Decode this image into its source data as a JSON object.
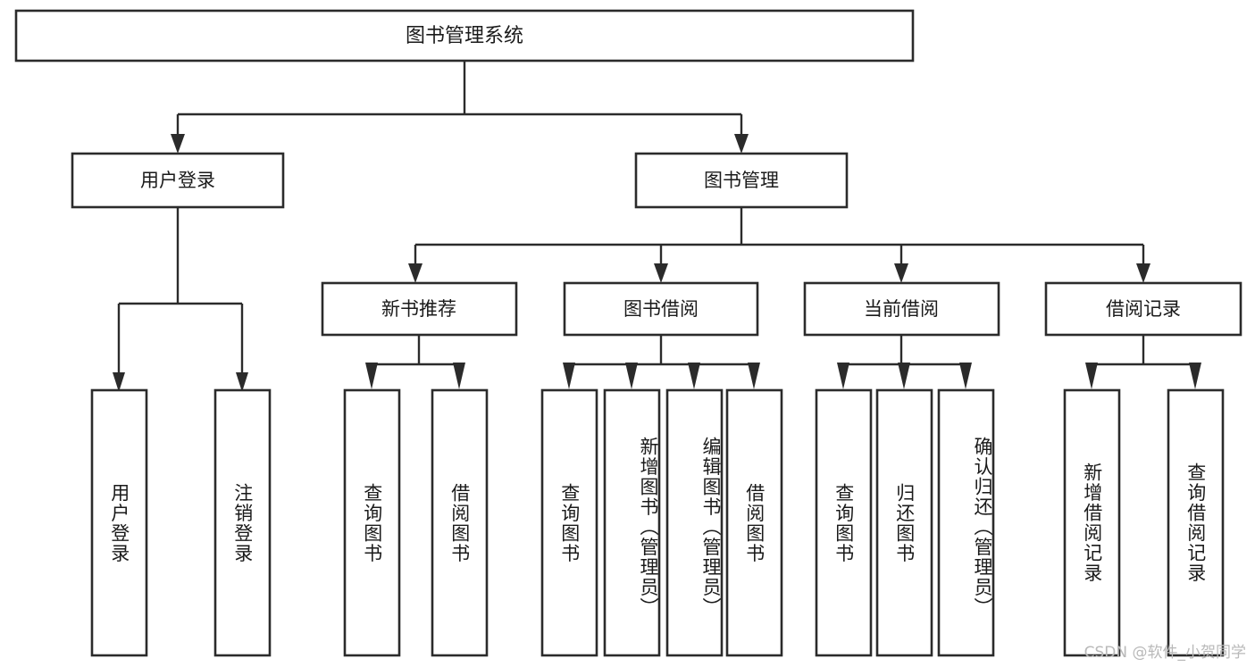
{
  "diagram": {
    "title": "图书管理系统",
    "type": "tree",
    "orientation": "top-down",
    "colors": {
      "box_fill": "#ffffff",
      "box_stroke": "#2b2b2b",
      "connector": "#2b2b2b",
      "text": "#1a1a1a",
      "background": "#ffffff",
      "watermark": "#b9b9b9"
    },
    "root": {
      "label": "图书管理系统"
    },
    "level2": [
      {
        "label": "用户登录"
      },
      {
        "label": "图书管理"
      }
    ],
    "level3": [
      {
        "label": "新书推荐"
      },
      {
        "label": "图书借阅"
      },
      {
        "label": "当前借阅"
      },
      {
        "label": "借阅记录"
      }
    ],
    "leaves": {
      "user_login": [
        {
          "label": "用户登录"
        },
        {
          "label": "注销登录"
        }
      ],
      "new_book_recommend": [
        {
          "label": "查询图书"
        },
        {
          "label": "借阅图书"
        }
      ],
      "book_borrow": [
        {
          "label": "查询图书"
        },
        {
          "label": "新增图书（管理员）"
        },
        {
          "label": "编辑图书（管理员）"
        },
        {
          "label": "借阅图书"
        }
      ],
      "current_borrow": [
        {
          "label": "查询图书"
        },
        {
          "label": "归还图书"
        },
        {
          "label": "确认归还（管理员）"
        }
      ],
      "borrow_records": [
        {
          "label": "新增借阅记录"
        },
        {
          "label": "查询借阅记录"
        }
      ]
    },
    "edges": [
      {
        "from": "图书管理系统",
        "to": "用户登录"
      },
      {
        "from": "图书管理系统",
        "to": "图书管理"
      },
      {
        "from": "用户登录",
        "to": "用户登录"
      },
      {
        "from": "用户登录",
        "to": "注销登录"
      },
      {
        "from": "图书管理",
        "to": "新书推荐"
      },
      {
        "from": "图书管理",
        "to": "图书借阅"
      },
      {
        "from": "图书管理",
        "to": "当前借阅"
      },
      {
        "from": "图书管理",
        "to": "借阅记录"
      },
      {
        "from": "新书推荐",
        "to": "查询图书"
      },
      {
        "from": "新书推荐",
        "to": "借阅图书"
      },
      {
        "from": "图书借阅",
        "to": "查询图书"
      },
      {
        "from": "图书借阅",
        "to": "新增图书（管理员）"
      },
      {
        "from": "图书借阅",
        "to": "编辑图书（管理员）"
      },
      {
        "from": "图书借阅",
        "to": "借阅图书"
      },
      {
        "from": "当前借阅",
        "to": "查询图书"
      },
      {
        "from": "当前借阅",
        "to": "归还图书"
      },
      {
        "from": "当前借阅",
        "to": "确认归还（管理员）"
      },
      {
        "from": "借阅记录",
        "to": "新增借阅记录"
      },
      {
        "from": "借阅记录",
        "to": "查询借阅记录"
      }
    ]
  },
  "watermark": {
    "text": "CSDN @软件_小贺同学"
  }
}
